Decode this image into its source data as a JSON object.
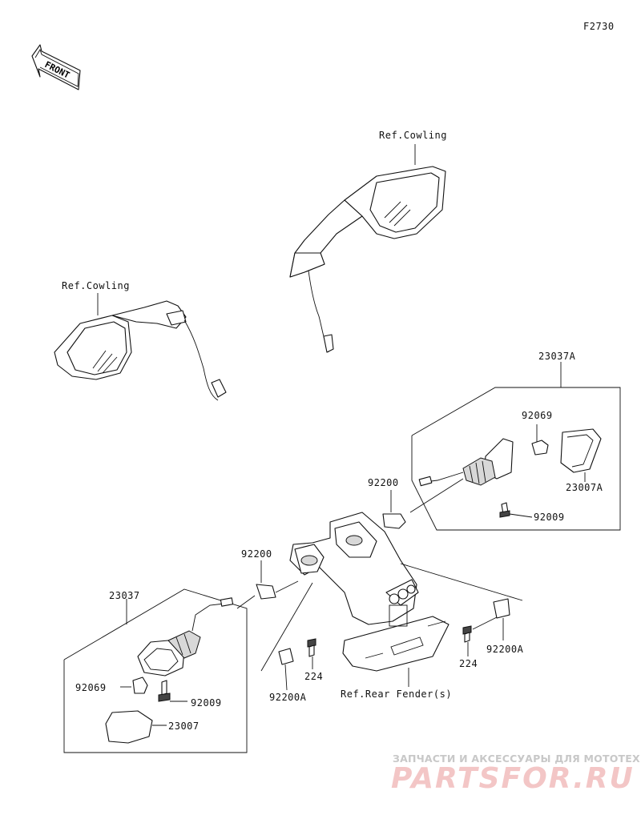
{
  "diagram_code": "F2730",
  "front_arrow": {
    "text": "FRONT"
  },
  "labels": {
    "ref_cowling_right": "Ref.Cowling",
    "ref_cowling_left": "Ref.Cowling",
    "l_23037A": "23037A",
    "l_92069_right": "92069",
    "l_23007A": "23007A",
    "l_92200_right": "92200",
    "l_92009_right": "92009",
    "l_92200_left": "92200",
    "l_23037": "23037",
    "l_92069_left": "92069",
    "l_92009_left": "92009",
    "l_23007": "23007",
    "l_224_center": "224",
    "l_92200A_center": "92200A",
    "l_224_right": "224",
    "l_92200A_right": "92200A",
    "ref_rear_fender": "Ref.Rear Fender(s)"
  },
  "watermark": {
    "tagline": "ЗАПЧАСТИ И АКСЕССУАРЫ ДЛЯ МОТОТЕХНИКИ",
    "logo": "PARTSFOR.RU"
  },
  "colors": {
    "line": "#111111",
    "watermark_text": "#c8c8c8",
    "watermark_logo": "#f3c6c6"
  }
}
